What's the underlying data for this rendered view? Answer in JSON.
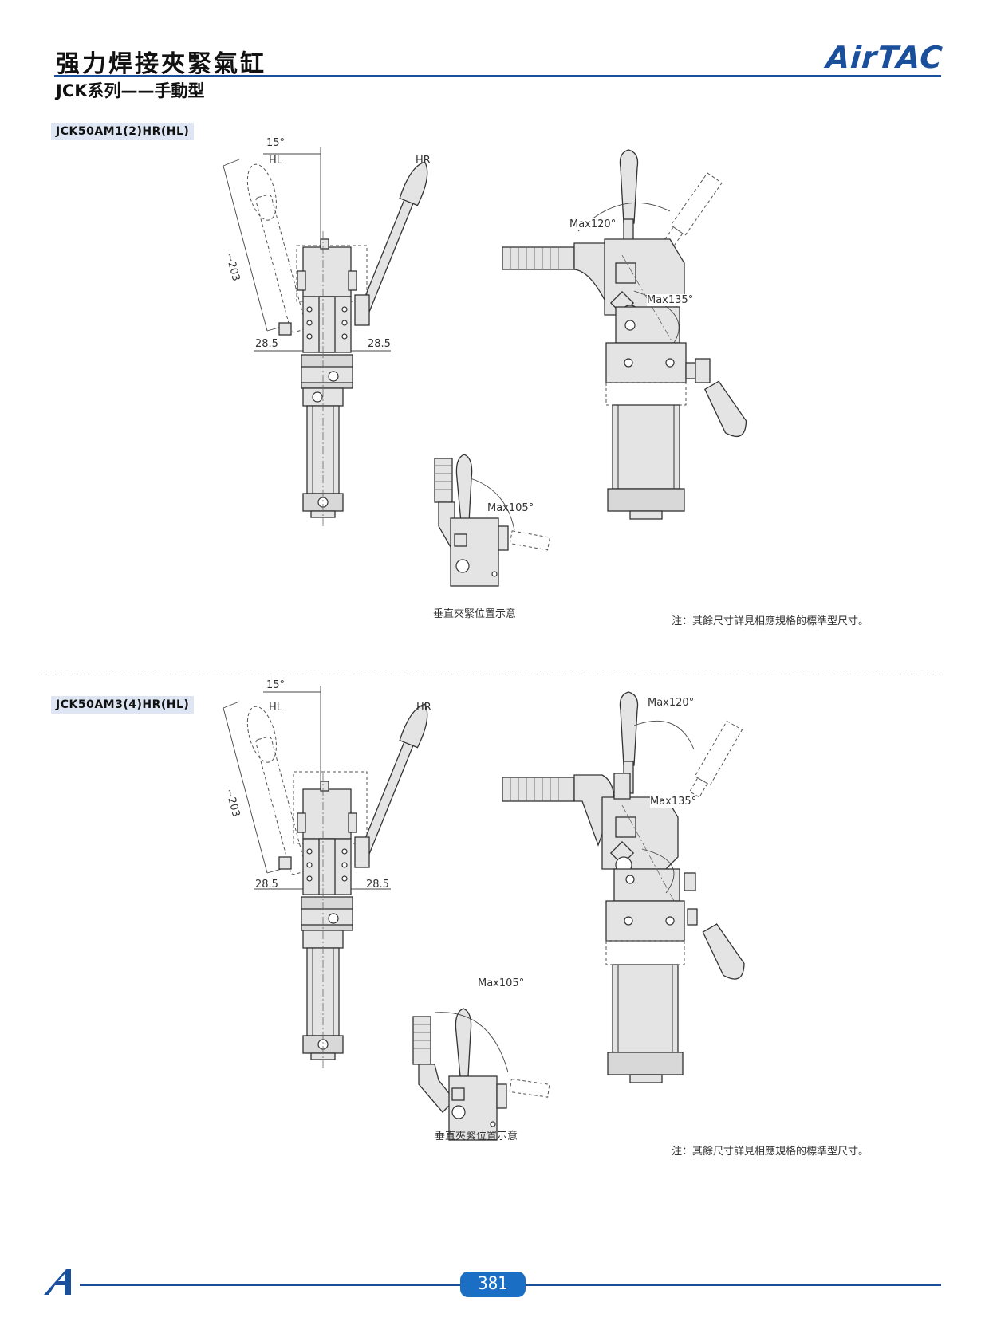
{
  "header": {
    "title": "强力焊接夾緊氣缸",
    "subtitle": "JCK系列——手動型",
    "brand": "AirTAC"
  },
  "sections": [
    {
      "model": "JCK50AM1(2)HR(HL)",
      "labels": {
        "angle_top": "15°",
        "hl": "HL",
        "hr": "HR",
        "length": "~203",
        "dim_left": "28.5",
        "dim_right": "28.5",
        "max_a": "Max120°",
        "max_b": "Max135°",
        "max_c": "Max105°"
      },
      "caption": "垂直夾緊位置示意",
      "note": "注：其餘尺寸詳見相應規格的標準型尺寸。"
    },
    {
      "model": "JCK50AM3(4)HR(HL)",
      "labels": {
        "angle_top": "15°",
        "hl": "HL",
        "hr": "HR",
        "length": "~203",
        "dim_left": "28.5",
        "dim_right": "28.5",
        "max_a": "Max120°",
        "max_b": "Max135°",
        "max_c": "Max105°"
      },
      "caption": "垂直夾緊位置示意",
      "note": "注：其餘尺寸詳見相應規格的標準型尺寸。"
    }
  ],
  "footer": {
    "page_number": "381"
  },
  "colors": {
    "accent": "#1a4f9c",
    "page_badge": "#1a6fc4",
    "model_bg": "#dde6f2"
  }
}
